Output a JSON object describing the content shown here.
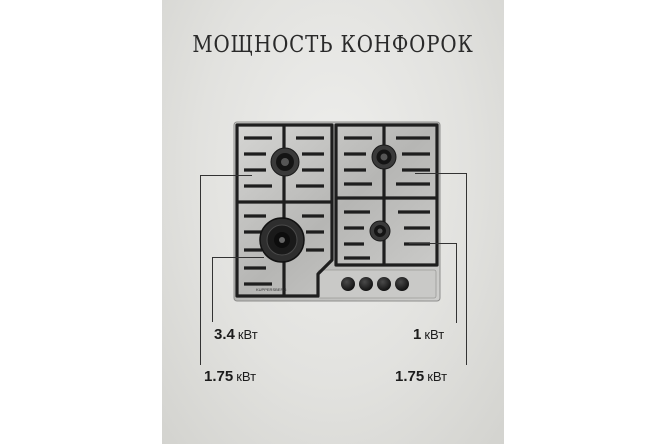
{
  "title": "МОЩНОСТЬ КОНФОРОК",
  "brand_mark": "KUPPERSBERG",
  "burners": [
    {
      "value": "3.4",
      "unit": "кВт"
    },
    {
      "value": "1.75",
      "unit": "кВт"
    },
    {
      "value": "1",
      "unit": "кВт"
    },
    {
      "value": "1.75",
      "unit": "кВт"
    }
  ],
  "colors": {
    "background": "#e4e4e1",
    "grate": "#1e1e1e",
    "steel": "#bdbdbb",
    "knob": "#151515",
    "text": "#1c1c1c"
  }
}
